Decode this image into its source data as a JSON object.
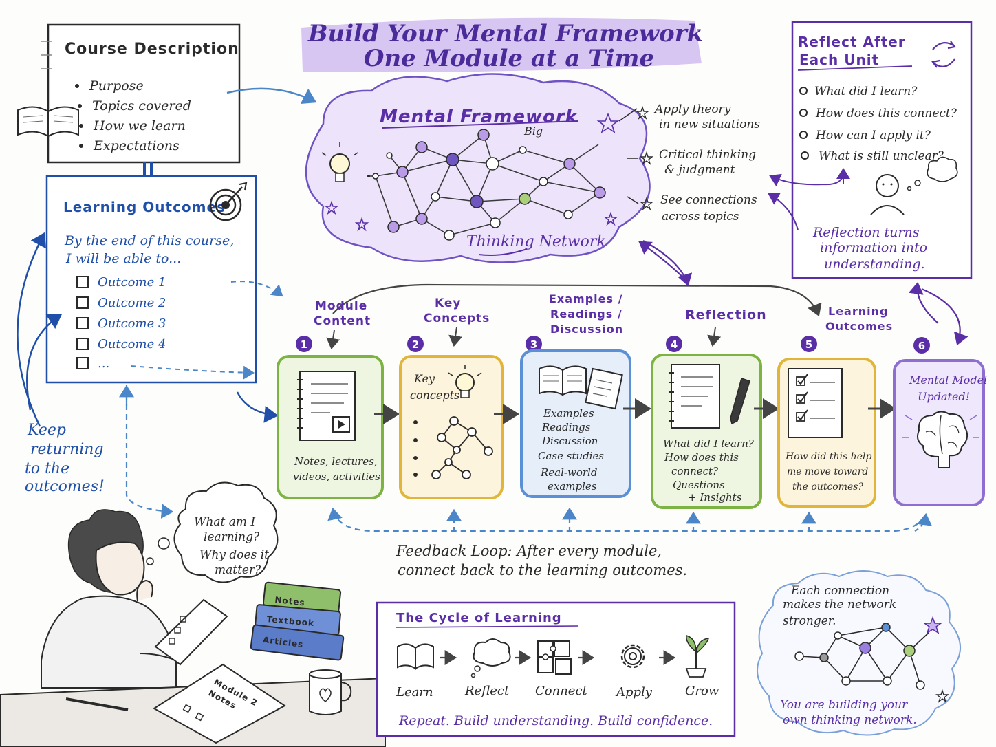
{
  "title": {
    "line1": "Build Your Mental Framework",
    "line2": "One Module at a Time"
  },
  "course_description": {
    "heading": "Course Description",
    "items": [
      "Purpose",
      "Topics covered",
      "How we learn",
      "Expectations"
    ]
  },
  "learning_outcomes_box": {
    "heading": "Learning Outcomes",
    "intro_line1": "By the end of this course,",
    "intro_line2": "I will be able to...",
    "items": [
      "Outcome 1",
      "Outcome 2",
      "Outcome 3",
      "Outcome 4",
      "..."
    ]
  },
  "keep_returning": [
    "Keep",
    "returning",
    "to the",
    "outcomes!"
  ],
  "mental_framework": {
    "heading": "Mental Framework",
    "big_label": "Big",
    "network_label": "Thinking Network",
    "benefits": [
      [
        "Apply theory",
        "in new situations"
      ],
      [
        "Critical thinking",
        "& judgment"
      ],
      [
        "See connections",
        "across topics"
      ]
    ]
  },
  "reflect_box": {
    "heading_line1": "Reflect After",
    "heading_line2": "Each Unit",
    "questions": [
      "What did I learn?",
      "How does this connect?",
      "How can I apply it?",
      "What is still unclear?"
    ],
    "note": [
      "Reflection turns",
      "information into",
      "understanding."
    ]
  },
  "steps": [
    {
      "number": "1",
      "label": [
        "Module",
        "Content"
      ],
      "body": [
        "Notes, lectures,",
        "videos, activities"
      ],
      "color": "#7cb342"
    },
    {
      "number": "2",
      "label": [
        "Key",
        "Concepts"
      ],
      "inner_label": [
        "Key",
        "concepts"
      ],
      "body": [],
      "color": "#e0b53a"
    },
    {
      "number": "3",
      "label": [
        "Examples /",
        "Readings /",
        "Discussion"
      ],
      "body": [
        "Examples",
        "Readings",
        "Discussion",
        "Case studies",
        "Real-world",
        "examples"
      ],
      "color": "#5b8fd6"
    },
    {
      "number": "4",
      "label": [
        "Reflection"
      ],
      "body": [
        "What did I learn?",
        "How does this",
        "connect?",
        "Questions",
        "+ Insights"
      ],
      "color": "#7cb342"
    },
    {
      "number": "5",
      "label": [
        "Learning",
        "Outcomes"
      ],
      "body": [
        "How did this help",
        "me move toward",
        "the outcomes?"
      ],
      "color": "#e0b53a"
    },
    {
      "number": "6",
      "label": [],
      "body": [
        "Mental Model",
        "Updated!"
      ],
      "color": "#8e6fd1"
    }
  ],
  "feedback_loop": {
    "line1": "Feedback Loop: After every module,",
    "line2": "connect back to the learning outcomes."
  },
  "student_thought": [
    "What am I",
    "learning?",
    "Why does it",
    "matter?"
  ],
  "books": [
    "Notes",
    "Textbook",
    "Articles"
  ],
  "notebook_label": [
    "Module 2",
    "Notes"
  ],
  "cycle": {
    "heading": "The Cycle of Learning",
    "stages": [
      "Learn",
      "Reflect",
      "Connect",
      "Apply",
      "Grow"
    ],
    "footer": "Repeat. Build understanding. Build confidence."
  },
  "network_cloud": {
    "top": [
      "Each connection",
      "makes the network",
      "stronger."
    ],
    "bottom": [
      "You are building your",
      "own thinking network."
    ]
  },
  "colors": {
    "ink": "#2a2a2a",
    "purple": "#5a2ea6",
    "blue": "#1f4fa8",
    "green": "#7cb342",
    "yellow": "#e0b53a",
    "lightblue": "#5b8fd6",
    "violet": "#8e6fd1",
    "highlight": "#c9b2ef"
  }
}
